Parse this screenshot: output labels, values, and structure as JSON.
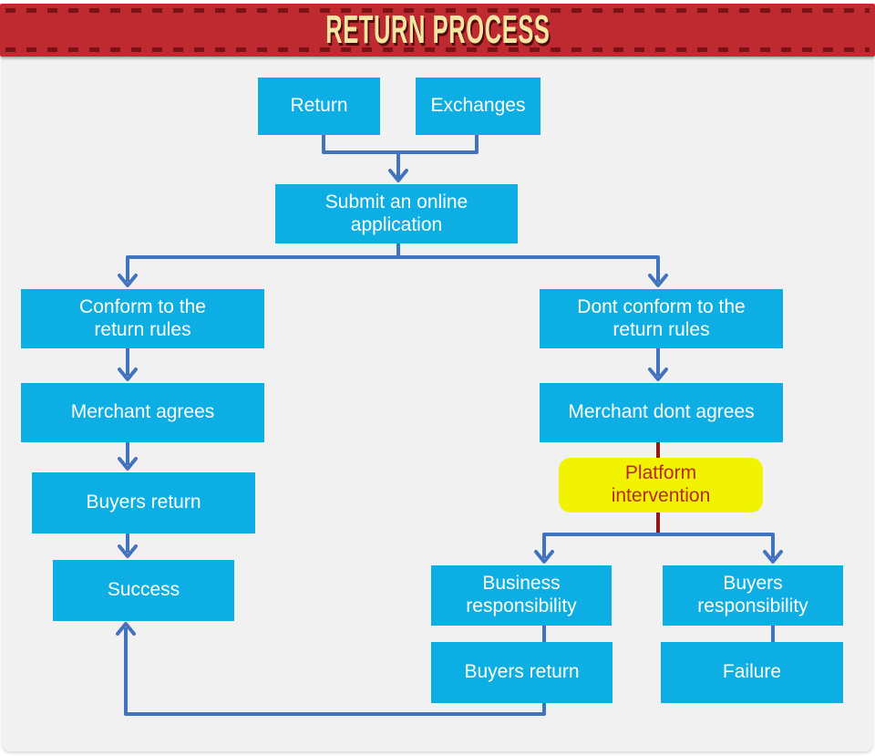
{
  "header": {
    "title": "RETURN PROCESS"
  },
  "colors": {
    "banner-red": "#BE2A30",
    "banner-dash": "#7A1216",
    "banner-text": "#F4E5A2",
    "banner-shadow": "#4F0A0C",
    "canvas-gray": "#F1F1F1",
    "box-cyan": "#0DAEE4",
    "box-text": "#FFFFFF",
    "connector-blue": "#4273BE",
    "connector-red": "#941718",
    "highlight-yellow": "#F2F203",
    "highlight-text": "#B52B22"
  },
  "flowchart": {
    "nodes": [
      {
        "id": "return",
        "label": "Return"
      },
      {
        "id": "exchanges",
        "label": "Exchanges"
      },
      {
        "id": "submit-application",
        "label": "Submit an online\napplication"
      },
      {
        "id": "conform-rules",
        "label": "Conform to the\nreturn rules"
      },
      {
        "id": "dont-conform-rules",
        "label": "Dont conform to the\nreturn rules"
      },
      {
        "id": "merchant-agrees",
        "label": "Merchant agrees"
      },
      {
        "id": "merchant-dont-agrees",
        "label": "Merchant dont agrees"
      },
      {
        "id": "platform-intervention",
        "label": "Platform\nintervention"
      },
      {
        "id": "buyers-return-left",
        "label": "Buyers return"
      },
      {
        "id": "success",
        "label": "Success"
      },
      {
        "id": "business-responsibility",
        "label": "Business\nresponsibility"
      },
      {
        "id": "buyers-responsibility",
        "label": "Buyers\nresponsibility"
      },
      {
        "id": "buyers-return-right",
        "label": "Buyers return"
      },
      {
        "id": "failure",
        "label": "Failure"
      }
    ]
  }
}
